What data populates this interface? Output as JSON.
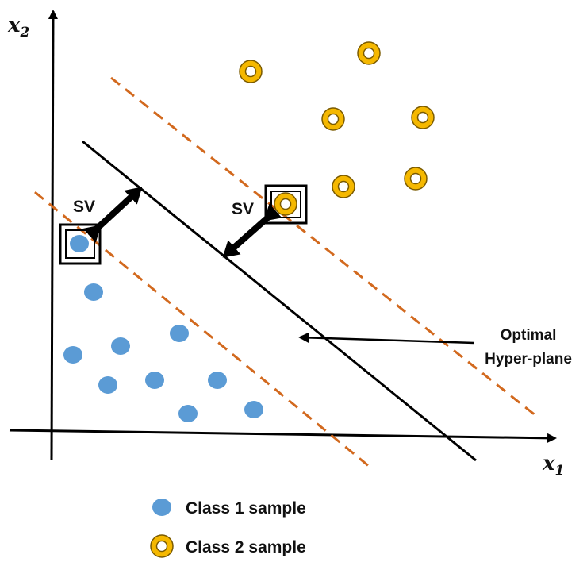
{
  "axes": {
    "x_var": "x",
    "x_sub": "1",
    "y_var": "x",
    "y_sub": "2"
  },
  "annotations": {
    "sv_left": "SV",
    "sv_right": "SV",
    "hyperplane_line1": "Optimal",
    "hyperplane_line2": "Hyper-plane"
  },
  "legend": {
    "class1": "Class 1 sample",
    "class2": "Class 2 sample"
  },
  "colors": {
    "class1_fill": "#5b9bd5",
    "class2_outer": "#f5b800",
    "class2_ring": "#7a5a00",
    "margin_line": "#d2691e",
    "hyperplane": "#000000"
  }
}
